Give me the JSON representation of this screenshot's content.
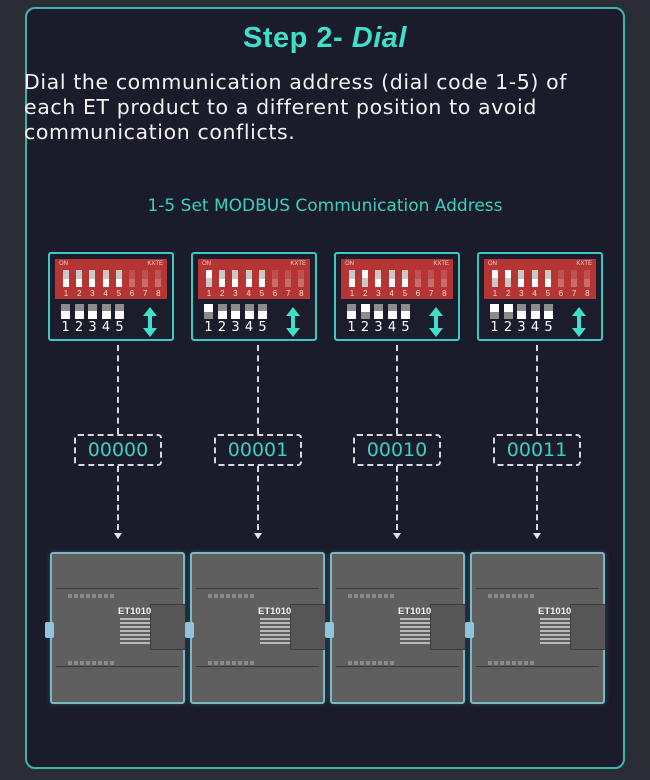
{
  "header": {
    "title_prefix": "Step 2- ",
    "title_emphasis": "Dial",
    "description": "Dial the communication address (dial code 1-5) of each ET product to a different position to avoid communication conflicts.",
    "subtitle": "1-5 Set MODBUS Communication Address"
  },
  "colors": {
    "accent": "#3ee0cc",
    "panel_border": "#3fb3ad",
    "panel_bg": "#1a1b2b",
    "dip_red": "#b53434"
  },
  "dip_switch": {
    "on_label": "ON",
    "brand_label": "KXTE",
    "positions": [
      "1",
      "2",
      "3",
      "4",
      "5",
      "6",
      "7",
      "8"
    ],
    "zoom_positions": [
      "1",
      "2",
      "3",
      "4",
      "5"
    ],
    "adjust_icon": "up-down-arrow-icon"
  },
  "configs": [
    {
      "address": "00000",
      "bits": [
        0,
        0,
        0,
        0,
        0
      ],
      "device_model": "ET1010"
    },
    {
      "address": "00001",
      "bits": [
        1,
        0,
        0,
        0,
        0
      ],
      "device_model": "ET1010"
    },
    {
      "address": "00010",
      "bits": [
        0,
        1,
        0,
        0,
        0
      ],
      "device_model": "ET1010"
    },
    {
      "address": "00011",
      "bits": [
        1,
        1,
        0,
        0,
        0
      ],
      "device_model": "ET1010"
    }
  ]
}
